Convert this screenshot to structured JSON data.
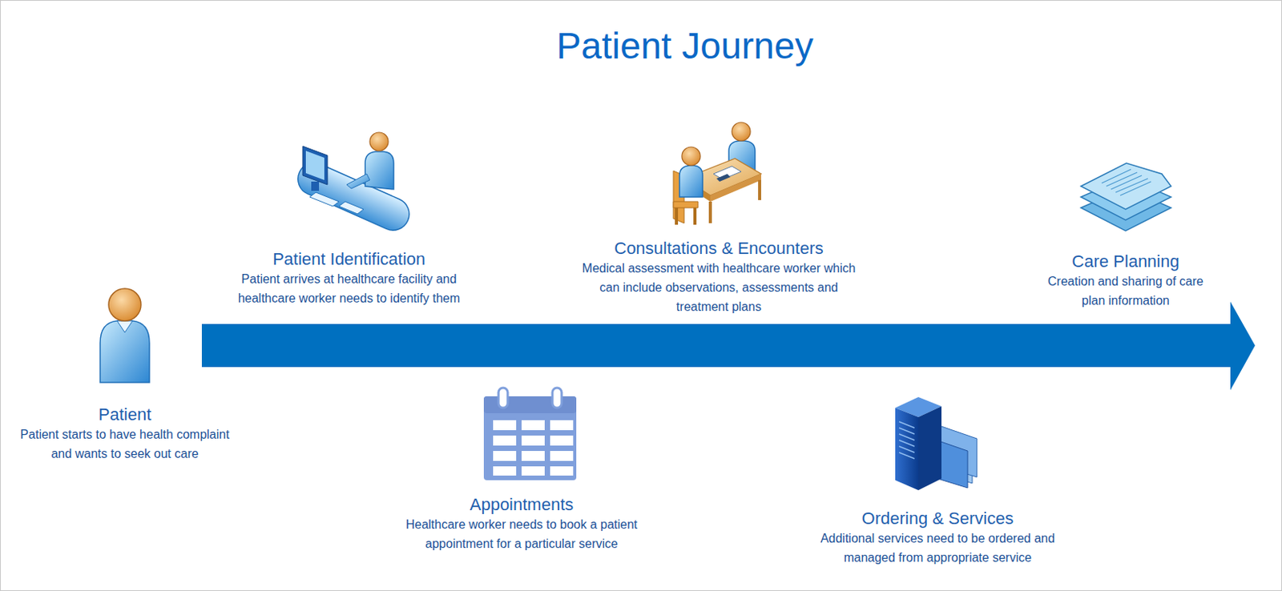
{
  "diagram": {
    "title": "Patient Journey",
    "nodes": [
      {
        "text": [
          "Patient",
          "Patient starts to have health complaint and wants to seek out care"
        ]
      },
      {
        "text": [
          "Patient Identification",
          "Patient arrives at healthcare facility and healthcare worker needs to identify them"
        ]
      },
      {
        "text": [
          "Appointments",
          "Healthcare worker needs to book a patient appointment for a particular service"
        ]
      },
      {
        "text": [
          "Consultations & Encounters",
          "Medical assessment with healthcare worker which can include observations, assessments and treatment plans"
        ]
      },
      {
        "text": [
          "Ordering & Services",
          "Additional services need to be ordered and managed from appropriate service"
        ]
      },
      {
        "text": [
          "Care Planning",
          "Creation and sharing of care plan information"
        ]
      }
    ]
  }
}
